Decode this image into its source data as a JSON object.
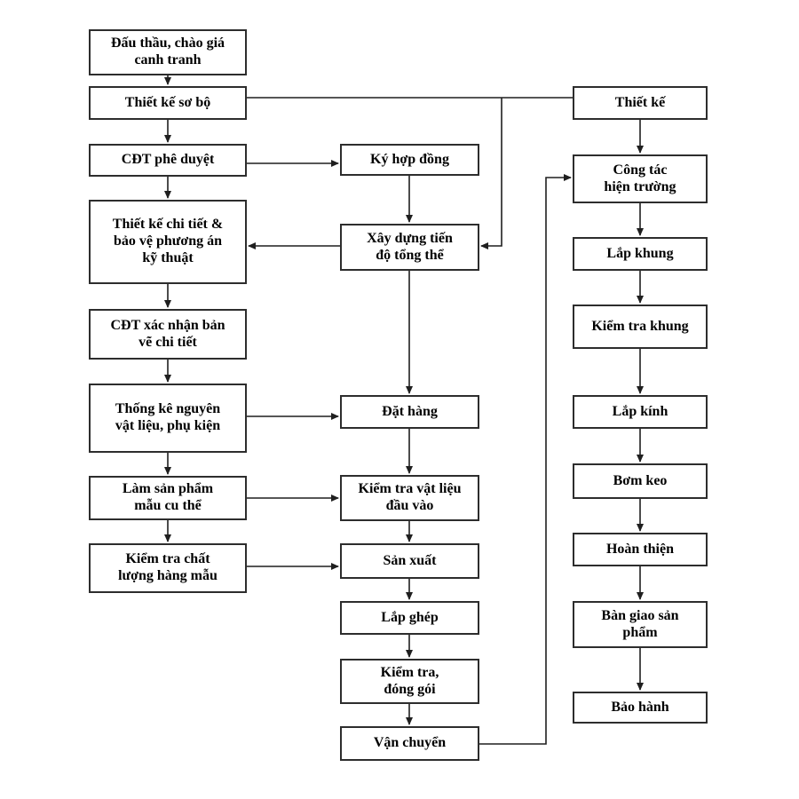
{
  "diagram": {
    "title": "Quy trình sản xuất và thi công (flowchart)",
    "line_color": "#1f1f1f",
    "box_border_color": "#2d2d2d",
    "box_fill": "#ffffff",
    "text_color": "#000000"
  },
  "nodes": {
    "dau_thau": {
      "label": "Đấu thầu, chào giá\ncanh tranh"
    },
    "thiet_ke_so_bo": {
      "label": "Thiết kế sơ bộ"
    },
    "cdt_phe_duyet": {
      "label": "CĐT phê duyệt"
    },
    "thiet_ke_chi_tiet": {
      "label": "Thiết kế chi tiết &\nbảo vệ phương án\nkỹ thuật"
    },
    "cdt_xac_nhan": {
      "label": "CĐT xác nhận bản\nvẽ chi tiết"
    },
    "thong_ke": {
      "label": "Thống kê nguyên\nvật liệu, phụ kiện"
    },
    "lam_san_pham_mau": {
      "label": "Làm sản phẩm\nmẫu cu thể"
    },
    "kiem_tra_chat_luong": {
      "label": "Kiểm tra chất\nlượng hàng mẫu"
    },
    "ky_hop_dong": {
      "label": "Ký hợp đồng"
    },
    "xay_dung_tien_do": {
      "label": "Xây dựng tiến\nđộ tổng thể"
    },
    "dat_hang": {
      "label": "Đặt hàng"
    },
    "kiem_tra_vat_lieu": {
      "label": "Kiểm tra vật liệu\nđầu vào"
    },
    "san_xuat": {
      "label": "Sản xuất"
    },
    "lap_ghep": {
      "label": "Lắp ghép"
    },
    "kiem_tra_dong_goi": {
      "label": "Kiểm tra,\nđóng gói"
    },
    "van_chuyen": {
      "label": "Vận chuyển"
    },
    "thiet_ke": {
      "label": "Thiết kế"
    },
    "cong_tac_hien_truong": {
      "label": "Công tác\nhiện trường"
    },
    "lap_khung": {
      "label": "Lắp khung"
    },
    "kiem_tra_khung": {
      "label": "Kiểm tra khung"
    },
    "lap_kinh": {
      "label": "Lắp kính"
    },
    "bom_keo": {
      "label": "Bơm keo"
    },
    "hoan_thien": {
      "label": "Hoàn thiện"
    },
    "ban_giao": {
      "label": "Bàn giao sản\nphẩm"
    },
    "bao_hanh": {
      "label": "Bảo hành"
    }
  },
  "edges": [
    {
      "from": "dau_thau",
      "to": "thiet_ke_so_bo"
    },
    {
      "from": "thiet_ke_so_bo",
      "to": "cdt_phe_duyet"
    },
    {
      "from": "thiet_ke_so_bo",
      "to": "thiet_ke"
    },
    {
      "from": "thiet_ke_so_bo",
      "to": "xay_dung_tien_do"
    },
    {
      "from": "cdt_phe_duyet",
      "to": "thiet_ke_chi_tiet"
    },
    {
      "from": "cdt_phe_duyet",
      "to": "ky_hop_dong"
    },
    {
      "from": "ky_hop_dong",
      "to": "xay_dung_tien_do"
    },
    {
      "from": "xay_dung_tien_do",
      "to": "thiet_ke_chi_tiet"
    },
    {
      "from": "xay_dung_tien_do",
      "to": "dat_hang"
    },
    {
      "from": "thiet_ke_chi_tiet",
      "to": "cdt_xac_nhan"
    },
    {
      "from": "cdt_xac_nhan",
      "to": "thong_ke"
    },
    {
      "from": "thong_ke",
      "to": "lam_san_pham_mau"
    },
    {
      "from": "thong_ke",
      "to": "dat_hang"
    },
    {
      "from": "lam_san_pham_mau",
      "to": "kiem_tra_chat_luong"
    },
    {
      "from": "lam_san_pham_mau",
      "to": "kiem_tra_vat_lieu"
    },
    {
      "from": "kiem_tra_chat_luong",
      "to": "san_xuat"
    },
    {
      "from": "dat_hang",
      "to": "kiem_tra_vat_lieu"
    },
    {
      "from": "kiem_tra_vat_lieu",
      "to": "san_xuat"
    },
    {
      "from": "san_xuat",
      "to": "lap_ghep"
    },
    {
      "from": "lap_ghep",
      "to": "kiem_tra_dong_goi"
    },
    {
      "from": "kiem_tra_dong_goi",
      "to": "van_chuyen"
    },
    {
      "from": "van_chuyen",
      "to": "cong_tac_hien_truong"
    },
    {
      "from": "thiet_ke",
      "to": "cong_tac_hien_truong"
    },
    {
      "from": "cong_tac_hien_truong",
      "to": "lap_khung"
    },
    {
      "from": "lap_khung",
      "to": "kiem_tra_khung"
    },
    {
      "from": "kiem_tra_khung",
      "to": "lap_kinh"
    },
    {
      "from": "lap_kinh",
      "to": "bom_keo"
    },
    {
      "from": "bom_keo",
      "to": "hoan_thien"
    },
    {
      "from": "hoan_thien",
      "to": "ban_giao"
    },
    {
      "from": "ban_giao",
      "to": "bao_hanh"
    }
  ]
}
